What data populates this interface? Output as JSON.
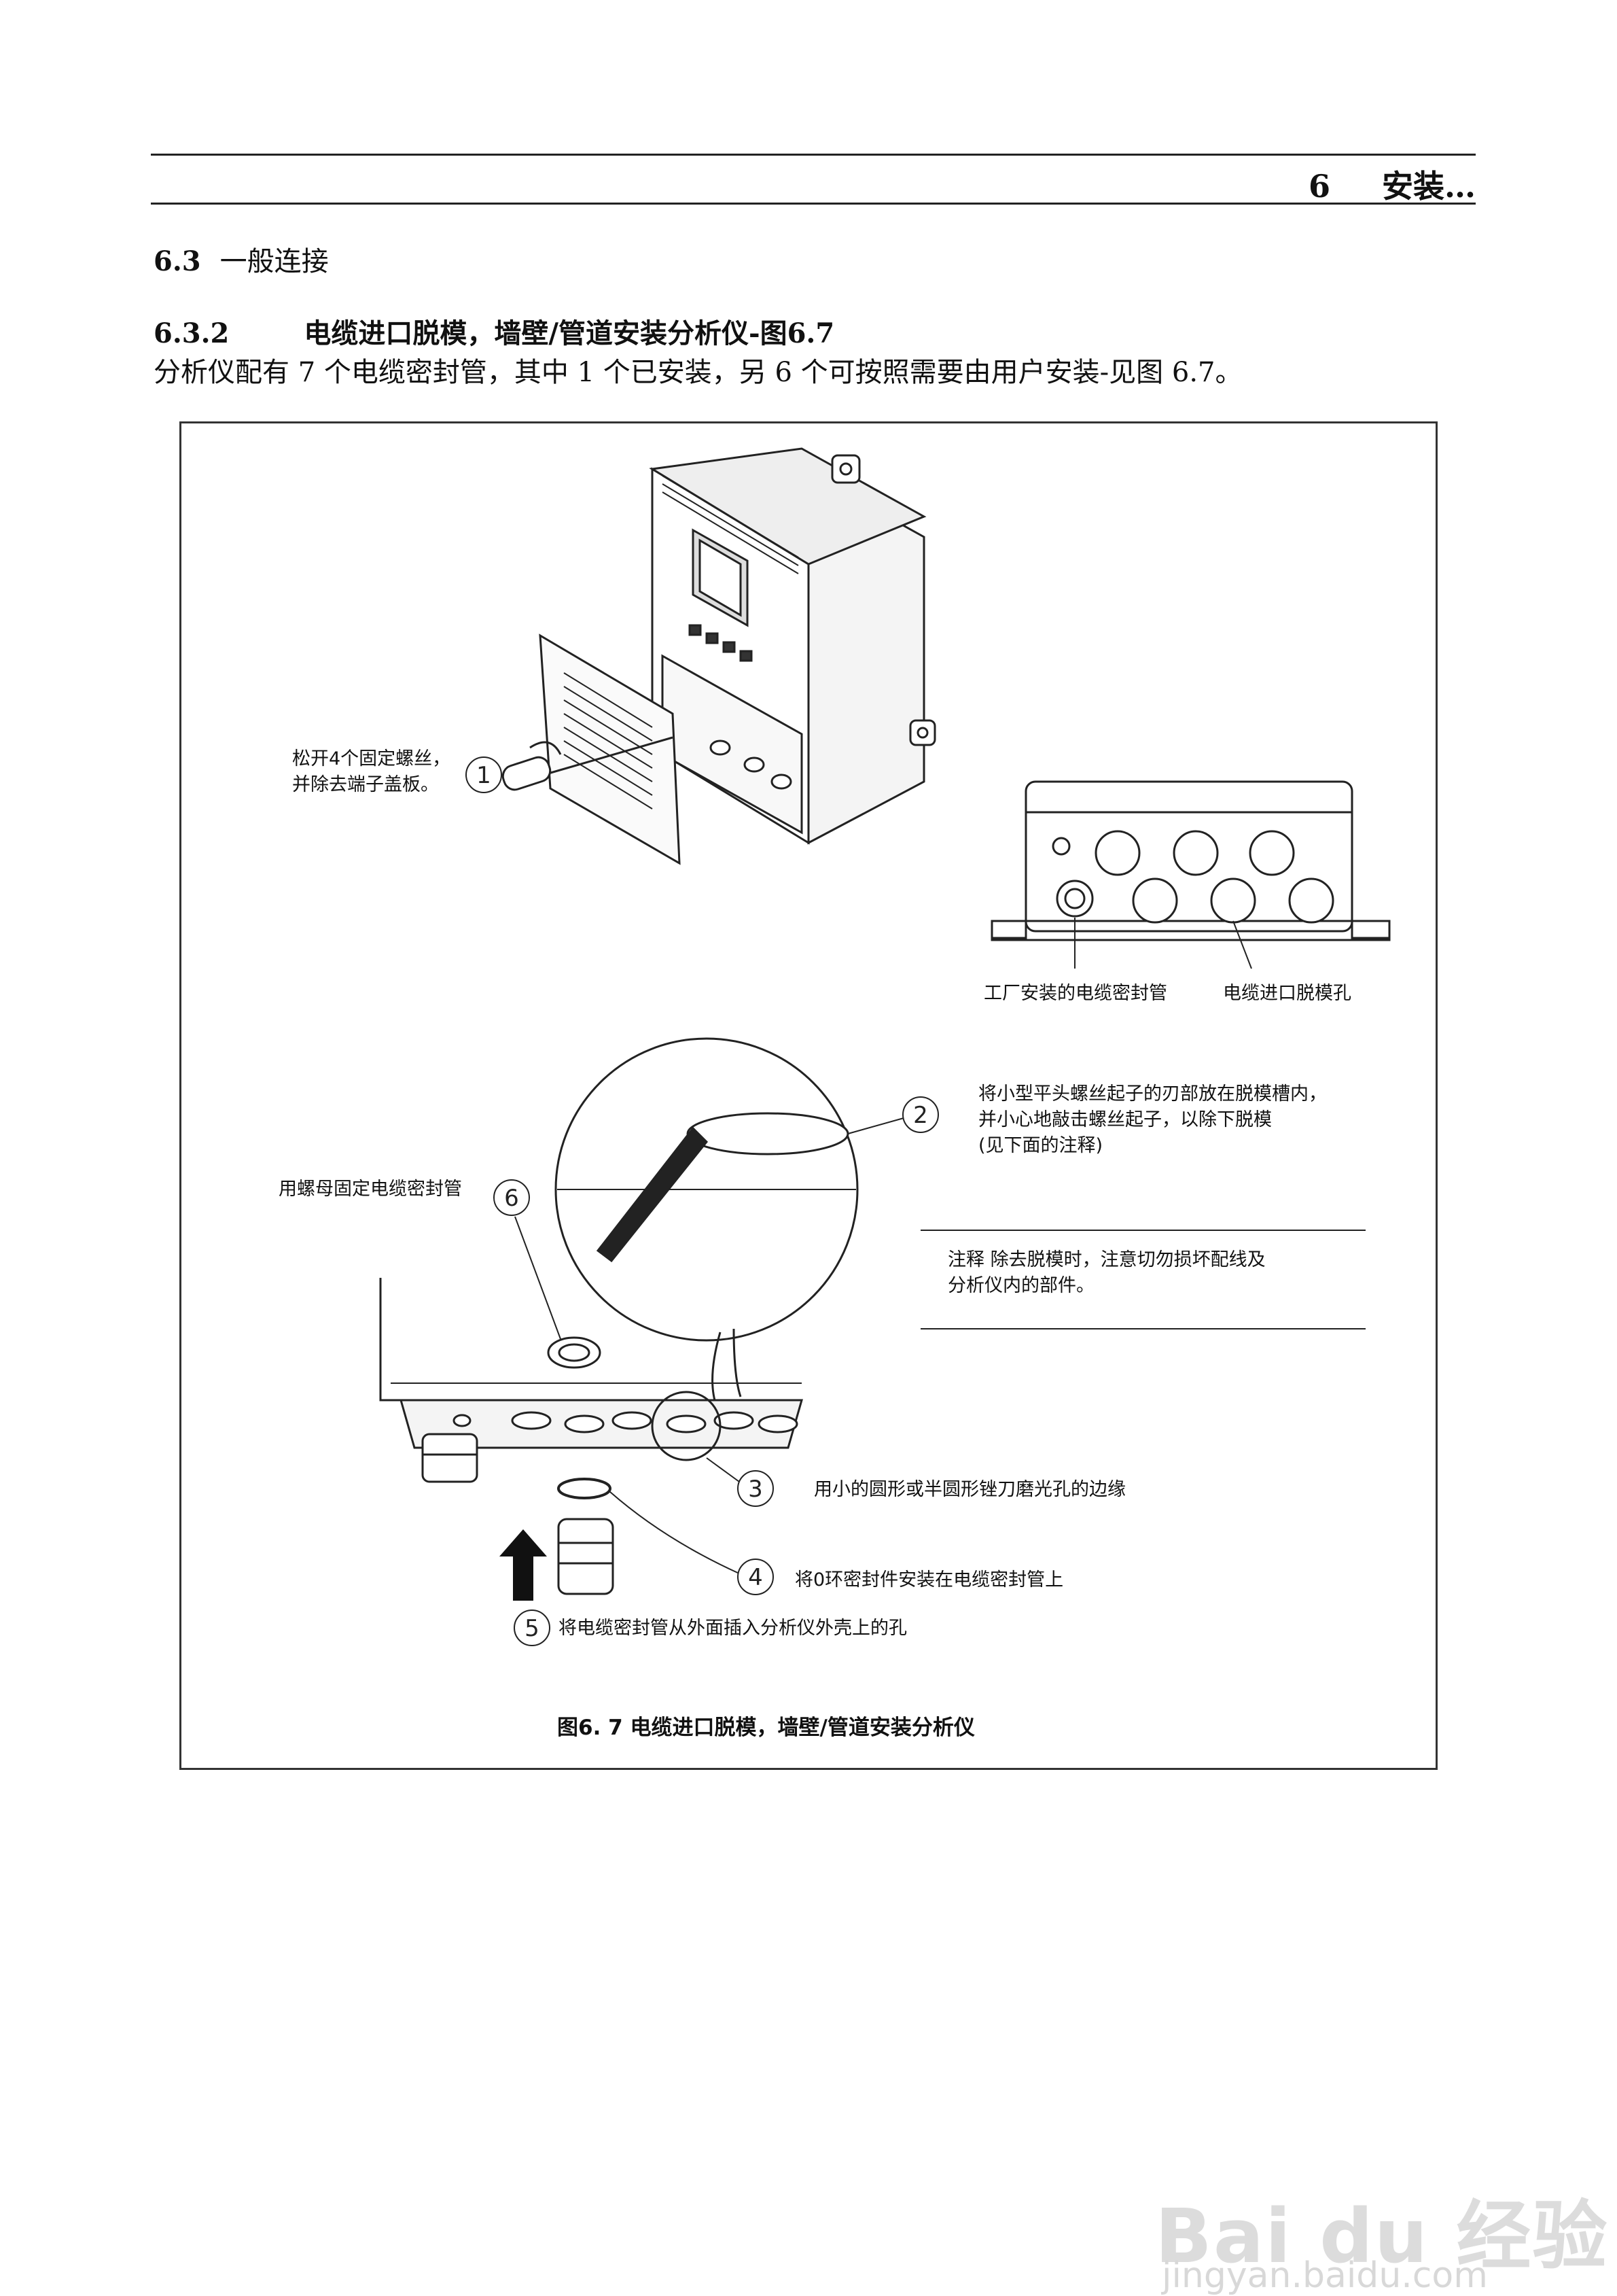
{
  "header": {
    "chapter_number": "6",
    "chapter_title": "安装…"
  },
  "section": {
    "number": "6.3",
    "title": "一般连接"
  },
  "subsection": {
    "number": "6.3.2",
    "title": "电缆进口脱模，墙壁/管道安装分析仪-图6.7"
  },
  "intro_text": "分析仪配有 7 个电缆密封管，其中 1 个已安装，另 6 个可按照需要由用户安装-见图 6.7。",
  "figure": {
    "step1_line1": "松开4个固定螺丝，",
    "step1_line2": "并除去端子盖板。",
    "factory_gland_label": "工厂安装的电缆密封管",
    "knockout_label": "电缆进口脱模孔",
    "step2_line1": "将小型平头螺丝起子的刃部放在脱模槽内，",
    "step2_line2": "并小心地敲击螺丝起子，以除下脱模",
    "step2_line3": "(见下面的注释)",
    "note_line1": "注释  除去脱模时，注意切勿损坏配线及",
    "note_line2": "分析仪内的部件。",
    "step3": "用小的圆形或半圆形锉刀磨光孔的边缘",
    "step4": "将0环密封件安装在电缆密封管上",
    "step5": "将电缆密封管从外面插入分析仪外壳上的孔",
    "step6": "用螺母固定电缆密封管",
    "callouts": [
      "1",
      "2",
      "3",
      "4",
      "5",
      "6"
    ],
    "caption": "图6. 7    电缆进口脱模，墙壁/管道安装分析仪"
  },
  "watermark": {
    "brand": "Bai du 经验",
    "site": "jingyan.baidu.com"
  }
}
